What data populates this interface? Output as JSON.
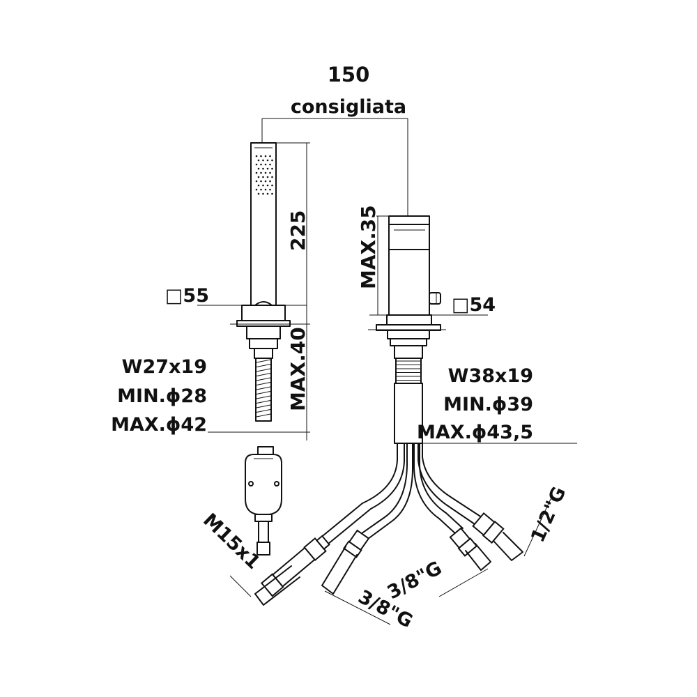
{
  "diagram": {
    "dimensions": {
      "spacing_value": "150",
      "spacing_note": "consigliata",
      "handshower_length": "225",
      "deck_max_left": "MAX.40",
      "mixer_max_top": "MAX.35"
    },
    "left_unit": {
      "base_square": "□55",
      "nut": "W27x19",
      "hole_min": "MIN.ϕ28",
      "hole_max": "MAX.ϕ42"
    },
    "right_unit": {
      "base_square": "□54",
      "nut": "W38x19",
      "hole_min": "MIN.ϕ39",
      "hole_max": "MAX.ϕ43,5"
    },
    "connections": {
      "hose_thread": "M15x1",
      "inlet_a": "3/8\"G",
      "inlet_b": "3/8\"G",
      "outlet": "1/2\"G"
    }
  }
}
